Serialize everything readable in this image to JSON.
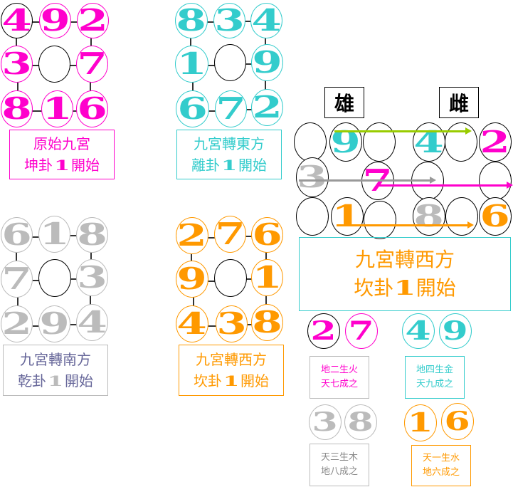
{
  "colors": {
    "magenta": "#ff00cc",
    "teal": "#33cccc",
    "gray": "#bbbbbb",
    "orange": "#ff9900",
    "green": "#99cc00",
    "arrow_gray": "#999999"
  },
  "grids": [
    {
      "id": "original",
      "color": "#ff00cc",
      "cells": [
        "4",
        "9",
        "2",
        "3",
        "",
        "7",
        "8",
        "1",
        "6"
      ],
      "caption_line1": "原始九宮",
      "caption_line2_pre": "坤卦",
      "caption_one": "1",
      "caption_line2_post": "開始"
    },
    {
      "id": "east",
      "color": "#33cccc",
      "cells": [
        "8",
        "3",
        "4",
        "1",
        "",
        "9",
        "6",
        "7",
        "2"
      ],
      "caption_line1": "九宮轉東方",
      "caption_line2_pre": "離卦",
      "caption_one": "1",
      "caption_line2_post": "開始"
    },
    {
      "id": "south",
      "color": "#bbbbbb",
      "cells": [
        "6",
        "1",
        "8",
        "7",
        "",
        "3",
        "2",
        "9",
        "4"
      ],
      "caption_line1": "九宮轉南方",
      "caption_line2_pre": "乾卦",
      "caption_one": "1",
      "caption_line2_post": "開始"
    },
    {
      "id": "west",
      "color": "#ff9900",
      "cells": [
        "2",
        "7",
        "6",
        "9",
        "",
        "1",
        "4",
        "3",
        "8"
      ],
      "caption_line1": "九宮轉西方",
      "caption_line2_pre": "坎卦",
      "caption_one": "1",
      "caption_line2_post": "開始"
    }
  ],
  "right_panel": {
    "header_male": "雄",
    "header_female": "雌",
    "row1": {
      "a": "9",
      "b": "4",
      "c": "2"
    },
    "row2": {
      "a": "3",
      "b": "7"
    },
    "row3": {
      "a": "1",
      "b": "8",
      "c": "6"
    },
    "caption_line1": "九宮轉西方",
    "caption_line2_pre": "坎卦",
    "caption_one": "1",
    "caption_line2_post": "開始"
  },
  "pairs": [
    {
      "n1": "2",
      "n2": "7",
      "color": "#ff00cc",
      "line1": "地二生火",
      "line2": "天七成之"
    },
    {
      "n1": "4",
      "n2": "9",
      "color": "#33cccc",
      "line1": "地四生金",
      "line2": "天九成之"
    },
    {
      "n1": "3",
      "n2": "8",
      "color": "#bbbbbb",
      "line1": "天三生木",
      "line2": "地八成之"
    },
    {
      "n1": "1",
      "n2": "6",
      "color": "#ff9900",
      "line1": "天一生水",
      "line2": "地六成之"
    }
  ]
}
